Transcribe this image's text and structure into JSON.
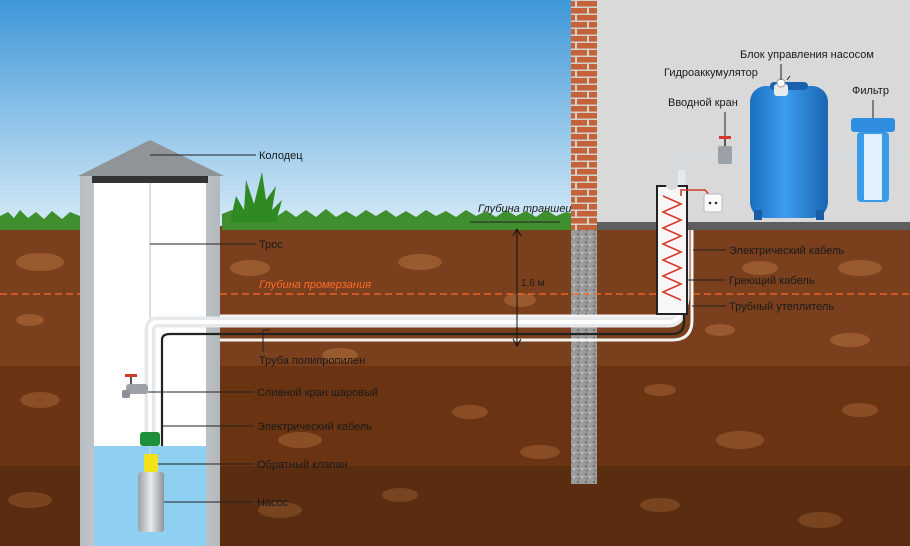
{
  "labels": {
    "well": "Колодец",
    "rope": "Трос",
    "trench_depth": "Глубина траншеи",
    "freeze_depth": "Глубина промерзания",
    "depth_value": "1,6 м",
    "pp_pipe": "Труба полипропилен",
    "drain_valve": "Сливной кран шаровый",
    "cable_well": "Электрический кабель",
    "check_valve": "Обратный клапан",
    "pump": "Насос",
    "inlet_valve": "Вводной кран",
    "accumulator": "Гидроаккумулятор",
    "control_unit": "Блок управления насосом",
    "filter": "Фильтр",
    "cable_house": "Электрический кабель",
    "heating_cable": "Греющий кабель",
    "pipe_insulation": "Трубный утеплитель"
  },
  "colors": {
    "sky_top": "#4a9fdc",
    "sky_bottom": "#cfe6f5",
    "grass": "#3f8f2e",
    "soil_1": "#7a3f1c",
    "soil_2": "#6a3413",
    "soil_3": "#5a2c10",
    "water": "#8fd0f2",
    "frost_line": "#ff6a2a",
    "tank": "#2f8ee0",
    "brick": "#c5643a"
  }
}
